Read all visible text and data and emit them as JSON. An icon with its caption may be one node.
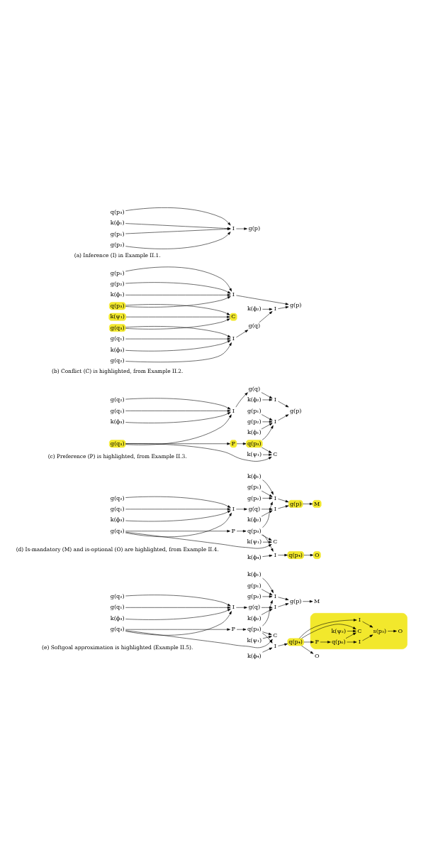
{
  "diagram": {
    "nodes": [
      {
        "text": [
          "g(p₁)"
        ]
      },
      {
        "text": [
          "g(p₂)"
        ]
      },
      {
        "text": [
          "q(p₃)"
        ]
      },
      {
        "text": [
          "k(ϕ₁)"
        ]
      },
      {
        "text": [
          "I"
        ]
      },
      {
        "text": [
          "g(p)"
        ]
      },
      {
        "text": [
          "k(ϕ₁)"
        ]
      },
      {
        "text": [
          "k(ϕ₂)"
        ]
      },
      {
        "text": [
          "g(p₁)"
        ]
      },
      {
        "text": [
          "g(p₂)"
        ]
      },
      {
        "text": [
          "I"
        ]
      },
      {
        "text": [
          "g(p)"
        ]
      },
      {
        "text": [
          "I"
        ]
      },
      {
        "text": [
          "g(q)"
        ]
      },
      {
        "text": [
          "q(p₃)"
        ]
      },
      {
        "text": [
          "C"
        ]
      },
      {
        "text": [
          "g(q₃)"
        ]
      },
      {
        "text": [
          "g(q₂)"
        ]
      },
      {
        "text": [
          "I"
        ]
      },
      {
        "text": [
          "g(q₁)"
        ]
      },
      {
        "text": [
          "k(ψ₁)"
        ]
      },
      {
        "text": [
          "k(ϕ₃)"
        ]
      },
      {
        "text": [
          "k(ϕ₁)"
        ]
      },
      {
        "text": [
          "k(ϕ₂)"
        ]
      },
      {
        "text": [
          "g(p₁)"
        ]
      },
      {
        "text": [
          "g(p₂)"
        ]
      },
      {
        "text": [
          "I"
        ]
      },
      {
        "text": [
          "g(p)"
        ]
      },
      {
        "text": [
          "I"
        ]
      },
      {
        "text": [
          "g(q)"
        ]
      },
      {
        "text": [
          "q(p₃)"
        ]
      },
      {
        "text": [
          "C"
        ]
      },
      {
        "text": [
          "g(q₃)"
        ]
      },
      {
        "text": [
          "g(q₂)"
        ]
      },
      {
        "text": [
          "I"
        ]
      },
      {
        "text": [
          "g(q₁)"
        ]
      },
      {
        "text": [
          "k(ψ₁)"
        ]
      },
      {
        "text": [
          "k(ϕ₃)"
        ]
      },
      {
        "text": [
          "P"
        ]
      },
      {
        "text": [
          "k(ϕ₁)"
        ]
      },
      {
        "text": [
          "k(ϕ₂)"
        ]
      },
      {
        "text": [
          "g(p₁)"
        ]
      },
      {
        "text": [
          "g(p₂)"
        ]
      },
      {
        "text": [
          "I"
        ]
      },
      {
        "text": [
          "g(p)"
        ]
      },
      {
        "text": [
          "I"
        ]
      },
      {
        "text": [
          "g(q)"
        ]
      },
      {
        "text": [
          "q(p₃)"
        ]
      },
      {
        "text": [
          "C"
        ]
      },
      {
        "text": [
          "g(q₃)"
        ]
      },
      {
        "text": [
          "g(q₂)"
        ]
      },
      {
        "text": [
          "I"
        ]
      },
      {
        "text": [
          "g(q₁)"
        ]
      },
      {
        "text": [
          "k(ψ₁)"
        ]
      },
      {
        "text": [
          "k(ϕ₃)"
        ]
      },
      {
        "text": [
          "M"
        ]
      },
      {
        "text": [
          "P"
        ]
      },
      {
        "text": [
          "I"
        ]
      },
      {
        "text": [
          "k(ϕ₄)"
        ]
      },
      {
        "text": [
          "q(p₄)"
        ]
      },
      {
        "text": [
          "O"
        ]
      },
      {
        "text": [],
        "shape": "box"
      },
      {
        "text": [
          "q(p₆)"
        ],
        "in": 61
      },
      {
        "text": [
          "k(ψ₂)"
        ],
        "in": 61
      },
      {
        "text": [
          "I"
        ],
        "in": 61
      },
      {
        "text": [
          "P"
        ],
        "in": 61
      },
      {
        "text": [
          "C"
        ],
        "in": 61
      },
      {
        "text": [
          "O"
        ],
        "in": 61
      },
      {
        "text": [
          "s(p₅)"
        ],
        "in": 61
      },
      {
        "text": [
          "I"
        ],
        "in": 61
      },
      {
        "text": [
          "k(ϕ₁)"
        ]
      },
      {
        "text": [
          "k(ϕ₂)"
        ]
      },
      {
        "text": [
          "g(p₁)"
        ]
      },
      {
        "text": [
          "g(p₂)"
        ]
      },
      {
        "text": [
          "I"
        ]
      },
      {
        "text": [
          "g(p)"
        ]
      },
      {
        "text": [
          "I"
        ]
      },
      {
        "text": [
          "g(q)"
        ]
      },
      {
        "text": [
          "q(p₃)"
        ]
      },
      {
        "text": [
          "C"
        ]
      },
      {
        "text": [
          "g(q₃)"
        ]
      },
      {
        "text": [
          "g(q₂)"
        ]
      },
      {
        "text": [
          "I"
        ]
      },
      {
        "text": [
          "g(q₁)"
        ]
      },
      {
        "text": [
          "k(ψ₁)"
        ]
      },
      {
        "text": [
          "k(ϕ₃)"
        ]
      },
      {
        "text": [
          "M"
        ]
      },
      {
        "text": [
          "P"
        ]
      },
      {
        "text": [
          "I"
        ]
      },
      {
        "text": [
          "k(ϕ₄)"
        ]
      },
      {
        "text": [
          "q(p₄)"
        ]
      },
      {
        "text": [
          "O"
        ]
      }
    ],
    "edges": [
      {
        "from": 0,
        "to": 4,
        "arrow": "to"
      },
      {
        "from": 1,
        "to": 4,
        "arrow": "to"
      },
      {
        "from": 2,
        "to": 4,
        "arrow": "to"
      },
      {
        "from": 3,
        "to": 4,
        "arrow": "to"
      },
      {
        "from": 4,
        "to": 5,
        "arrow": "to"
      },
      {
        "from": 8,
        "to": 10,
        "arrow": "to"
      },
      {
        "from": 9,
        "to": 10,
        "arrow": "to"
      },
      {
        "from": 14,
        "to": 10,
        "arrow": "to"
      },
      {
        "from": 6,
        "to": 10,
        "arrow": "to"
      },
      {
        "from": 10,
        "to": 11,
        "arrow": "to"
      },
      {
        "from": 12,
        "to": 11,
        "arrow": "to"
      },
      {
        "from": 7,
        "to": 12,
        "arrow": "to"
      },
      {
        "from": 13,
        "to": 12,
        "arrow": "to"
      },
      {
        "from": 14,
        "to": 15,
        "arrow": "to"
      },
      {
        "from": 16,
        "to": 15,
        "arrow": "to"
      },
      {
        "from": 20,
        "to": 15,
        "arrow": "to"
      },
      {
        "from": 16,
        "to": 18,
        "arrow": "to"
      },
      {
        "from": 17,
        "to": 18,
        "arrow": "to"
      },
      {
        "from": 19,
        "to": 18,
        "arrow": "to"
      },
      {
        "from": 21,
        "to": 18,
        "arrow": "to"
      },
      {
        "from": 18,
        "to": 13,
        "arrow": "to"
      },
      {
        "from": 24,
        "to": 26,
        "arrow": "to"
      },
      {
        "from": 25,
        "to": 26,
        "arrow": "to"
      },
      {
        "from": 30,
        "to": 26,
        "arrow": "to"
      },
      {
        "from": 22,
        "to": 26,
        "arrow": "to"
      },
      {
        "from": 26,
        "to": 27,
        "arrow": "to"
      },
      {
        "from": 28,
        "to": 27,
        "arrow": "to"
      },
      {
        "from": 23,
        "to": 28,
        "arrow": "to"
      },
      {
        "from": 29,
        "to": 28,
        "arrow": "to"
      },
      {
        "from": 30,
        "to": 31,
        "arrow": "to"
      },
      {
        "from": 32,
        "to": 31,
        "arrow": "to"
      },
      {
        "from": 36,
        "to": 31,
        "arrow": "to"
      },
      {
        "from": 32,
        "to": 34,
        "arrow": "to"
      },
      {
        "from": 33,
        "to": 34,
        "arrow": "to"
      },
      {
        "from": 35,
        "to": 34,
        "arrow": "to"
      },
      {
        "from": 37,
        "to": 34,
        "arrow": "to"
      },
      {
        "from": 34,
        "to": 29,
        "arrow": "to"
      },
      {
        "from": 32,
        "to": 38,
        "arrow": "to"
      },
      {
        "from": 38,
        "to": 30,
        "arrow": "to"
      },
      {
        "from": 41,
        "to": 43,
        "arrow": "to"
      },
      {
        "from": 42,
        "to": 43,
        "arrow": "to"
      },
      {
        "from": 47,
        "to": 43,
        "arrow": "to"
      },
      {
        "from": 39,
        "to": 43,
        "arrow": "to"
      },
      {
        "from": 43,
        "to": 44,
        "arrow": "to"
      },
      {
        "from": 45,
        "to": 44,
        "arrow": "to"
      },
      {
        "from": 40,
        "to": 45,
        "arrow": "to"
      },
      {
        "from": 46,
        "to": 45,
        "arrow": "to"
      },
      {
        "from": 47,
        "to": 48,
        "arrow": "to"
      },
      {
        "from": 49,
        "to": 48,
        "arrow": "to"
      },
      {
        "from": 53,
        "to": 48,
        "arrow": "to"
      },
      {
        "from": 49,
        "to": 51,
        "arrow": "to"
      },
      {
        "from": 50,
        "to": 51,
        "arrow": "to"
      },
      {
        "from": 52,
        "to": 51,
        "arrow": "to"
      },
      {
        "from": 54,
        "to": 51,
        "arrow": "to"
      },
      {
        "from": 51,
        "to": 46,
        "arrow": "to"
      },
      {
        "from": 44,
        "to": 55,
        "arrow": "to"
      },
      {
        "from": 49,
        "to": 56,
        "arrow": "to"
      },
      {
        "from": 56,
        "to": 47,
        "arrow": "to"
      },
      {
        "from": 47,
        "to": 57,
        "arrow": "to"
      },
      {
        "from": 58,
        "to": 57,
        "arrow": "to"
      },
      {
        "from": 57,
        "to": 59,
        "arrow": "to"
      },
      {
        "from": 59,
        "to": 60,
        "arrow": "to"
      },
      {
        "from": 62,
        "to": 64,
        "arrow": "to"
      },
      {
        "from": 64,
        "to": 68,
        "arrow": "to"
      },
      {
        "from": 68,
        "to": 67,
        "arrow": "to"
      },
      {
        "from": 69,
        "to": 68,
        "arrow": "to"
      },
      {
        "from": 90,
        "to": 69,
        "arrow": "to"
      },
      {
        "from": 90,
        "to": 65,
        "arrow": "to"
      },
      {
        "from": 65,
        "to": 62,
        "arrow": "to"
      },
      {
        "from": 62,
        "to": 66,
        "arrow": "to"
      },
      {
        "from": 63,
        "to": 66,
        "arrow": "to"
      },
      {
        "from": 90,
        "to": 66,
        "arrow": "to"
      },
      {
        "from": 72,
        "to": 74,
        "arrow": "to"
      },
      {
        "from": 73,
        "to": 74,
        "arrow": "to"
      },
      {
        "from": 78,
        "to": 74,
        "arrow": "to"
      },
      {
        "from": 70,
        "to": 74,
        "arrow": "to"
      },
      {
        "from": 74,
        "to": 75,
        "arrow": "to"
      },
      {
        "from": 76,
        "to": 75,
        "arrow": "to"
      },
      {
        "from": 71,
        "to": 76,
        "arrow": "to"
      },
      {
        "from": 77,
        "to": 76,
        "arrow": "to"
      },
      {
        "from": 78,
        "to": 79,
        "arrow": "to"
      },
      {
        "from": 80,
        "to": 79,
        "arrow": "to"
      },
      {
        "from": 84,
        "to": 79,
        "arrow": "to"
      },
      {
        "from": 80,
        "to": 82,
        "arrow": "to"
      },
      {
        "from": 81,
        "to": 82,
        "arrow": "to"
      },
      {
        "from": 83,
        "to": 82,
        "arrow": "to"
      },
      {
        "from": 85,
        "to": 82,
        "arrow": "to"
      },
      {
        "from": 82,
        "to": 77,
        "arrow": "to"
      },
      {
        "from": 75,
        "to": 86,
        "arrow": "to"
      },
      {
        "from": 80,
        "to": 87,
        "arrow": "to"
      },
      {
        "from": 87,
        "to": 78,
        "arrow": "to"
      },
      {
        "from": 78,
        "to": 88,
        "arrow": "to"
      },
      {
        "from": 89,
        "to": 88,
        "arrow": "to"
      },
      {
        "from": 88,
        "to": 90,
        "arrow": "to"
      },
      {
        "from": 90,
        "to": 91,
        "arrow": "to"
      }
    ],
    "labels": [
      "(a) Inference (I) in Example II.1.",
      "(b) Conflict (C) is highlighted, from Example II.2.",
      "(c) Preference (P) is highlighted, from Example II.3.",
      "(d) Is-mandatory (M) and is-optional (O) are highlighted, from Example II.4.",
      "(e) Softgoal approximation is highlighted (Example II.5)."
    ]
  }
}
